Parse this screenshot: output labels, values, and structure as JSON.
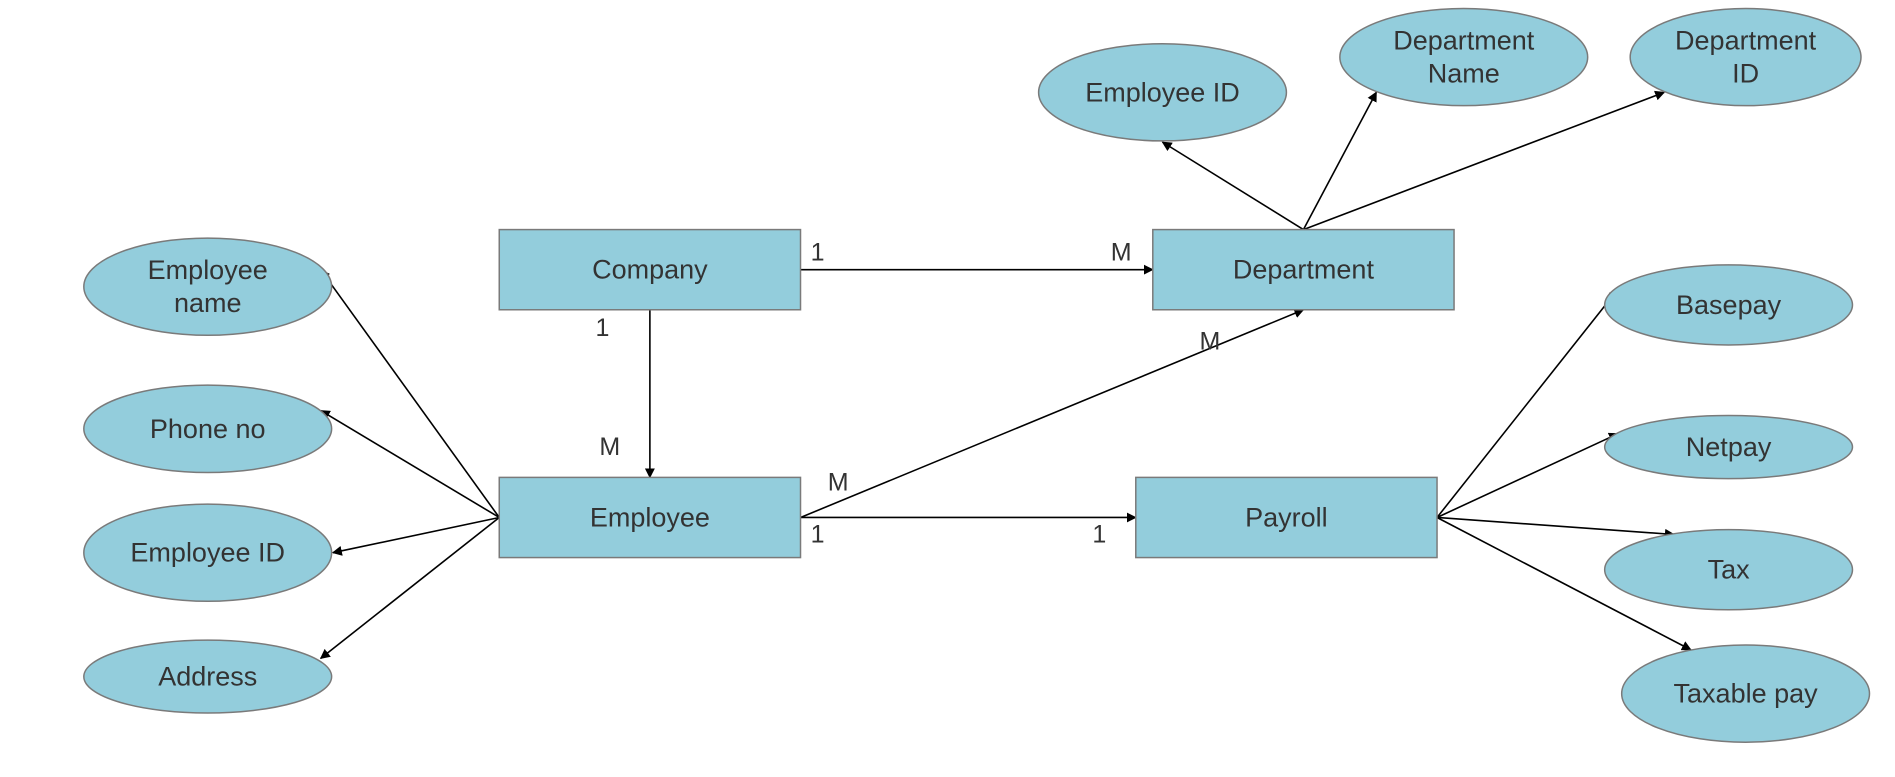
{
  "entities": {
    "company": "Company",
    "department": "Department",
    "employee": "Employee",
    "payroll": "Payroll"
  },
  "attributes": {
    "emp_name": [
      "Employee",
      "name"
    ],
    "phone": [
      "Phone no"
    ],
    "emp_id_left": [
      "Employee ID"
    ],
    "address": [
      "Address"
    ],
    "dept_emp_id": [
      "Employee ID"
    ],
    "dept_name": [
      "Department",
      "Name"
    ],
    "dept_id": [
      "Department",
      "ID"
    ],
    "basepay": [
      "Basepay"
    ],
    "netpay": [
      "Netpay"
    ],
    "tax": [
      "Tax"
    ],
    "taxable": [
      "Taxable pay"
    ]
  },
  "cardinalities": {
    "company_dept_src": "1",
    "company_dept_dst": "M",
    "company_emp_src": "1",
    "company_emp_dst": "M",
    "emp_dept_src": "M",
    "emp_dept_dst": "M",
    "emp_payroll_src": "1",
    "emp_payroll_dst": "1"
  },
  "colors": {
    "fill": "#93cddc",
    "stroke": "#7a7a7a",
    "edge": "#000000",
    "text": "#333333"
  }
}
